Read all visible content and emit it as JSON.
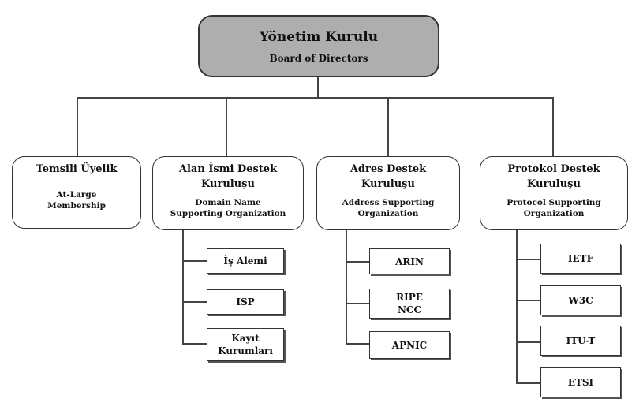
{
  "root": {
    "title": "Yönetim Kurulu",
    "subtitle": "Board of Directors"
  },
  "organizations": [
    {
      "name_tr": "Temsili Üyelik",
      "name_en": "At-Large Membership",
      "children": []
    },
    {
      "name_tr": "Alan İsmi Destek Kuruluşu",
      "name_en": "Domain Name Supporting Organization",
      "children": [
        "İş Alemi",
        "ISP",
        "Kayıt Kurumları"
      ]
    },
    {
      "name_tr": "Adres Destek Kuruluşu",
      "name_en": "Address Supporting Organization",
      "children": [
        "ARIN",
        "RIPE NCC",
        "APNIC"
      ]
    },
    {
      "name_tr": "Protokol Destek Kuruluşu",
      "name_en": "Protocol Supporting Organization",
      "children": [
        "IETF",
        "W3C",
        "ITU-T",
        "ETSI"
      ]
    }
  ]
}
